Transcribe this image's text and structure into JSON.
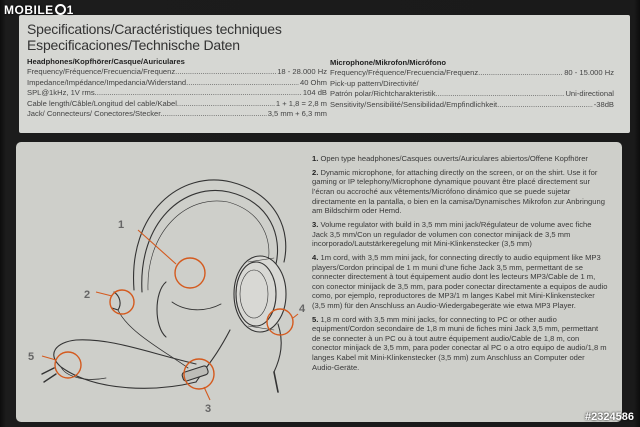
{
  "watermark": {
    "prefix": "MOBILE",
    "suffix": "1",
    "id": "#2324586"
  },
  "header": {
    "title1": "Specifications/Caractéristiques techniques",
    "title2": "Especificaciones/Technische Daten"
  },
  "headphones": {
    "heading": "Headphones/Kopfhörer/Casque/Auriculares",
    "rows": [
      {
        "label": "Frequency/Fréquence/Frecuencia/Frequenz.......................................................................",
        "value": "18 - 28.000 Hz"
      },
      {
        "label": "Impedance/Impédance/Impedancia/Widerstand...........................................................................",
        "value": "40 Ohm"
      },
      {
        "label": "SPL@1kHz, 1V rms.................................................................................................................",
        "value": "104 dB"
      },
      {
        "label": "Cable length/Câble/Longitud del cable/Kabel..............................................................",
        "value": "1 + 1,8 = 2,8 m"
      },
      {
        "label": "Jack/ Connecteurs/ Conectores/Stecker......................................................................",
        "value": "3,5 mm + 6,3 mm"
      }
    ]
  },
  "microphone": {
    "heading": "Microphone/Mikrofon/Micrófono",
    "rows": [
      {
        "label": "Frequency/Fréquence/Frecuencia/Frequenz.......................................................................",
        "value": "80 - 15.000 Hz"
      },
      {
        "label": "Pick-up pattern/Directivité/",
        "value": ""
      },
      {
        "label": "Patrón polar/Richtcharakteristik..........................................................................................",
        "value": "Uni-directional"
      },
      {
        "label": "Sensitivity/Sensibilité/Sensibilidad/Empfindlichkeit..............................................................",
        "value": "-38dB"
      }
    ]
  },
  "callouts": [
    "1",
    "2",
    "3",
    "4",
    "5"
  ],
  "features": [
    {
      "num": "1.",
      "text": "Open type headphones/Casques ouverts/Auriculares abiertos/Offene Kopfhörer"
    },
    {
      "num": "2.",
      "text": "Dynamic microphone, for attaching directly on the screen, or on the shirt. Use it for gaming or IP telephony/Microphone dynamique pouvant être placé directement sur l’écran ou accroché aux vêtements/Micrófono dinámico que se puede sujetar directamente en la pantalla, o bien en la camisa/Dynamisches Mikrofon zur Anbringung am Bildschirm oder Hemd."
    },
    {
      "num": "3.",
      "text": "Volume regulator with build in 3,5 mm mini jack/Régulateur de volume avec fiche Jack 3,5 mm/Con un regulador de volumen con conector minijack de 3,5 mm incorporado/Lautstärkeregelung mit Mini-Klinkenstecker (3,5 mm)"
    },
    {
      "num": "4.",
      "text": "1m cord, with 3,5 mm mini jack, for connecting directly to audio equipment like MP3 players/Cordon principal de 1 m muni d’une fiche Jack 3,5 mm, permettant de se connecter directement à tout équipement audio dont les lecteurs MP3/Cable de 1 m, con conector minijack de 3,5 mm, para poder conectar directamente a equipos de audio como, por ejemplo, reproductores de MP3/1 m langes Kabel mit Mini-Klinkenstecker (3,5 mm) für den Anschluss an Audio-Wiedergabegeräte wie etwa MP3 Player."
    },
    {
      "num": "5.",
      "text": "1,8 m cord with 3,5 mm mini jacks, for connecting to PC or other audio equipment/Cordon secondaire de 1,8 m muni de fiches mini Jack 3,5 mm, permettant de se connecter à un PC ou à tout autre équipement audio/Cable de 1,8 m, con conector minijack de 3,5 mm, para poder conectar al PC o a otro equipo de audio/1,8 m langes Kabel mit Mini-Klinkenstecker (3,5 mm) zum Anschluss an Computer oder Audio-Geräte."
    }
  ]
}
